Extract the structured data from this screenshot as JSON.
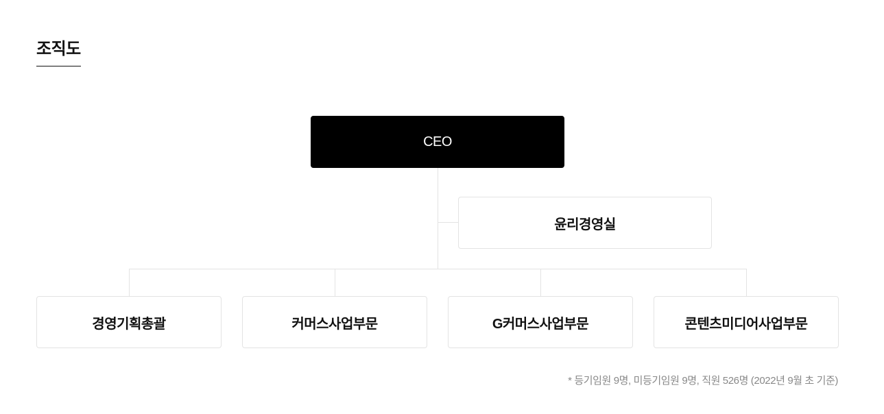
{
  "page": {
    "title": "조직도"
  },
  "org": {
    "root": "CEO",
    "staff": "윤리경영실",
    "divisions": [
      "경영기획총괄",
      "커머스사업부문",
      "G커머스사업부문",
      "콘텐츠미디어사업부문"
    ]
  },
  "footnote": "* 등기임원 9명, 미등기임원 9명, 직원 526명 (2022년 9월 초 기준)",
  "colors": {
    "root_bg": "#000000",
    "root_text": "#ffffff",
    "box_border": "#e3e3e3",
    "connector": "#e3e3e3",
    "footnote_text": "#888888"
  }
}
